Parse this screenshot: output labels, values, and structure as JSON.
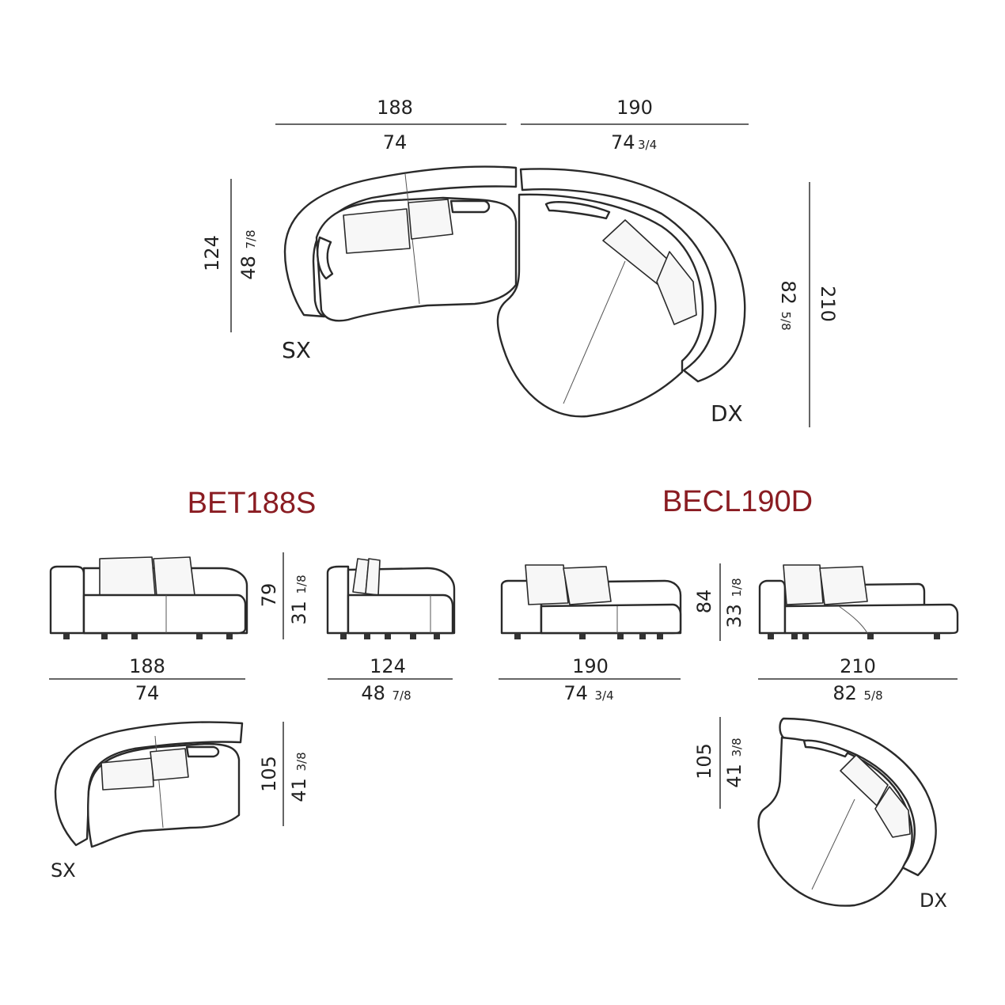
{
  "composition": {
    "top_width_left_cm": "188",
    "top_width_left_in": "74",
    "top_width_right_cm": "190",
    "top_width_right_in": "74",
    "top_width_right_in_frac": "3/4",
    "depth_left_cm": "124",
    "depth_left_in": "48",
    "depth_left_in_frac": "7/8",
    "depth_right_cm": "210",
    "depth_right_in": "82",
    "depth_right_in_frac": "5/8",
    "left_side_label": "SX",
    "right_side_label": "DX"
  },
  "module_left": {
    "code": "BET188S",
    "height_cm": "79",
    "height_in": "31",
    "height_in_frac": "1/8",
    "front_width_cm": "188",
    "front_width_in": "74",
    "side_depth_cm": "124",
    "side_depth_in": "48",
    "side_depth_in_frac": "7/8",
    "plan_depth_cm": "105",
    "plan_depth_in": "41",
    "plan_depth_in_frac": "3/8",
    "side_label": "SX"
  },
  "module_right": {
    "code": "BECL190D",
    "height_cm": "84",
    "height_in": "33",
    "height_in_frac": "1/8",
    "front_width_cm": "190",
    "front_width_in": "74",
    "front_width_in_frac": "3/4",
    "side_depth_cm": "210",
    "side_depth_in": "82",
    "side_depth_in_frac": "5/8",
    "plan_depth_cm": "105",
    "plan_depth_in": "41",
    "plan_depth_in_frac": "3/8",
    "side_label": "DX"
  },
  "colors": {
    "model_code": "#8a1c22",
    "line": "#2a2a2a"
  }
}
